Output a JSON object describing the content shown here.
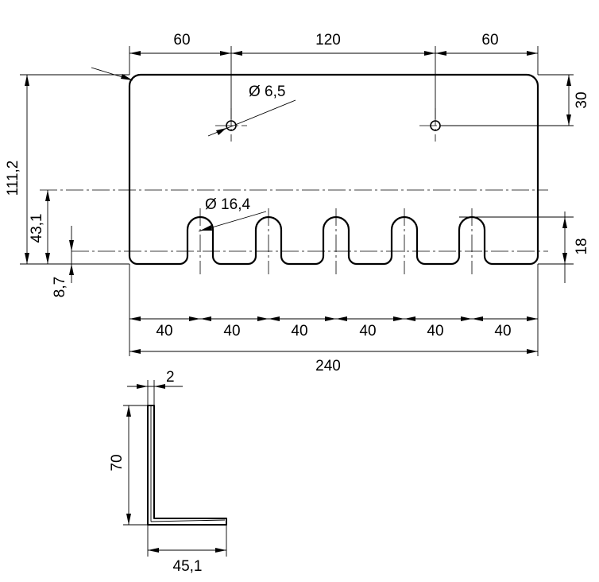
{
  "dimensions": {
    "left_60": "60",
    "middle_120": "120",
    "right_60": "60",
    "height_111_2": "111,2",
    "height_43_1": "43,1",
    "height_8_7": "8,7",
    "right_30": "30",
    "right_18": "18",
    "hole_small": "Ø 6,5",
    "slot_large": "Ø 16,4",
    "pitch": [
      "40",
      "40",
      "40",
      "40",
      "40",
      "40"
    ],
    "total_240": "240",
    "thickness_2": "2",
    "profile_height_70": "70",
    "profile_width_45_1": "45,1"
  }
}
